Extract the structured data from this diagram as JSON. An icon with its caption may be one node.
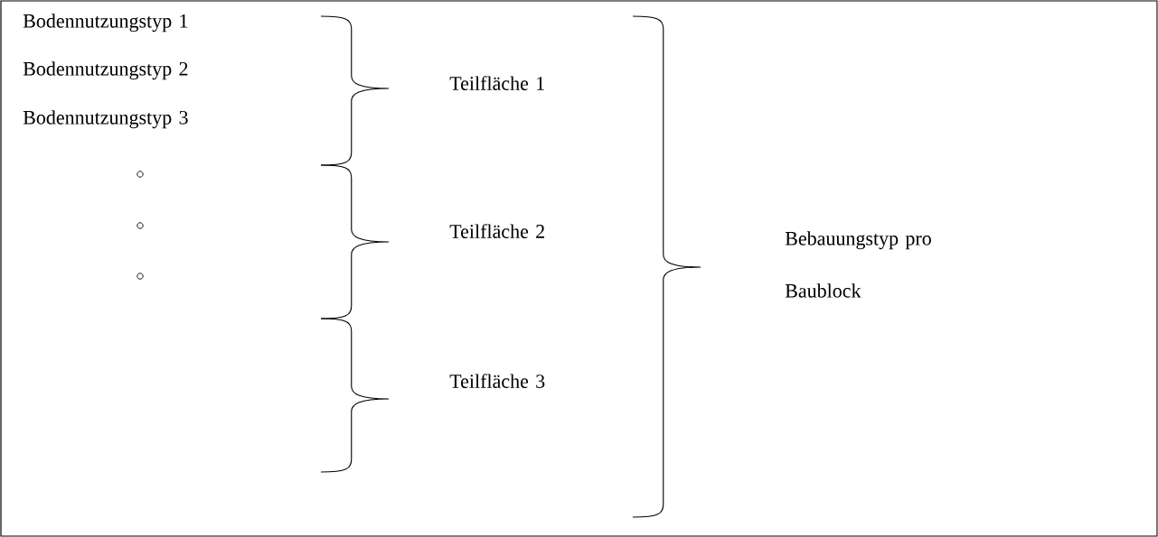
{
  "diagram": {
    "labels": [
      "Bodennutzungstyp 1",
      "Bodennutzungstyp 2",
      "Bodennutzungstyp 3",
      "Teilfläche 1",
      "Teilfläche 2",
      "Teilfläche 3",
      "Bebauungstyp pro Baublock"
    ]
  }
}
